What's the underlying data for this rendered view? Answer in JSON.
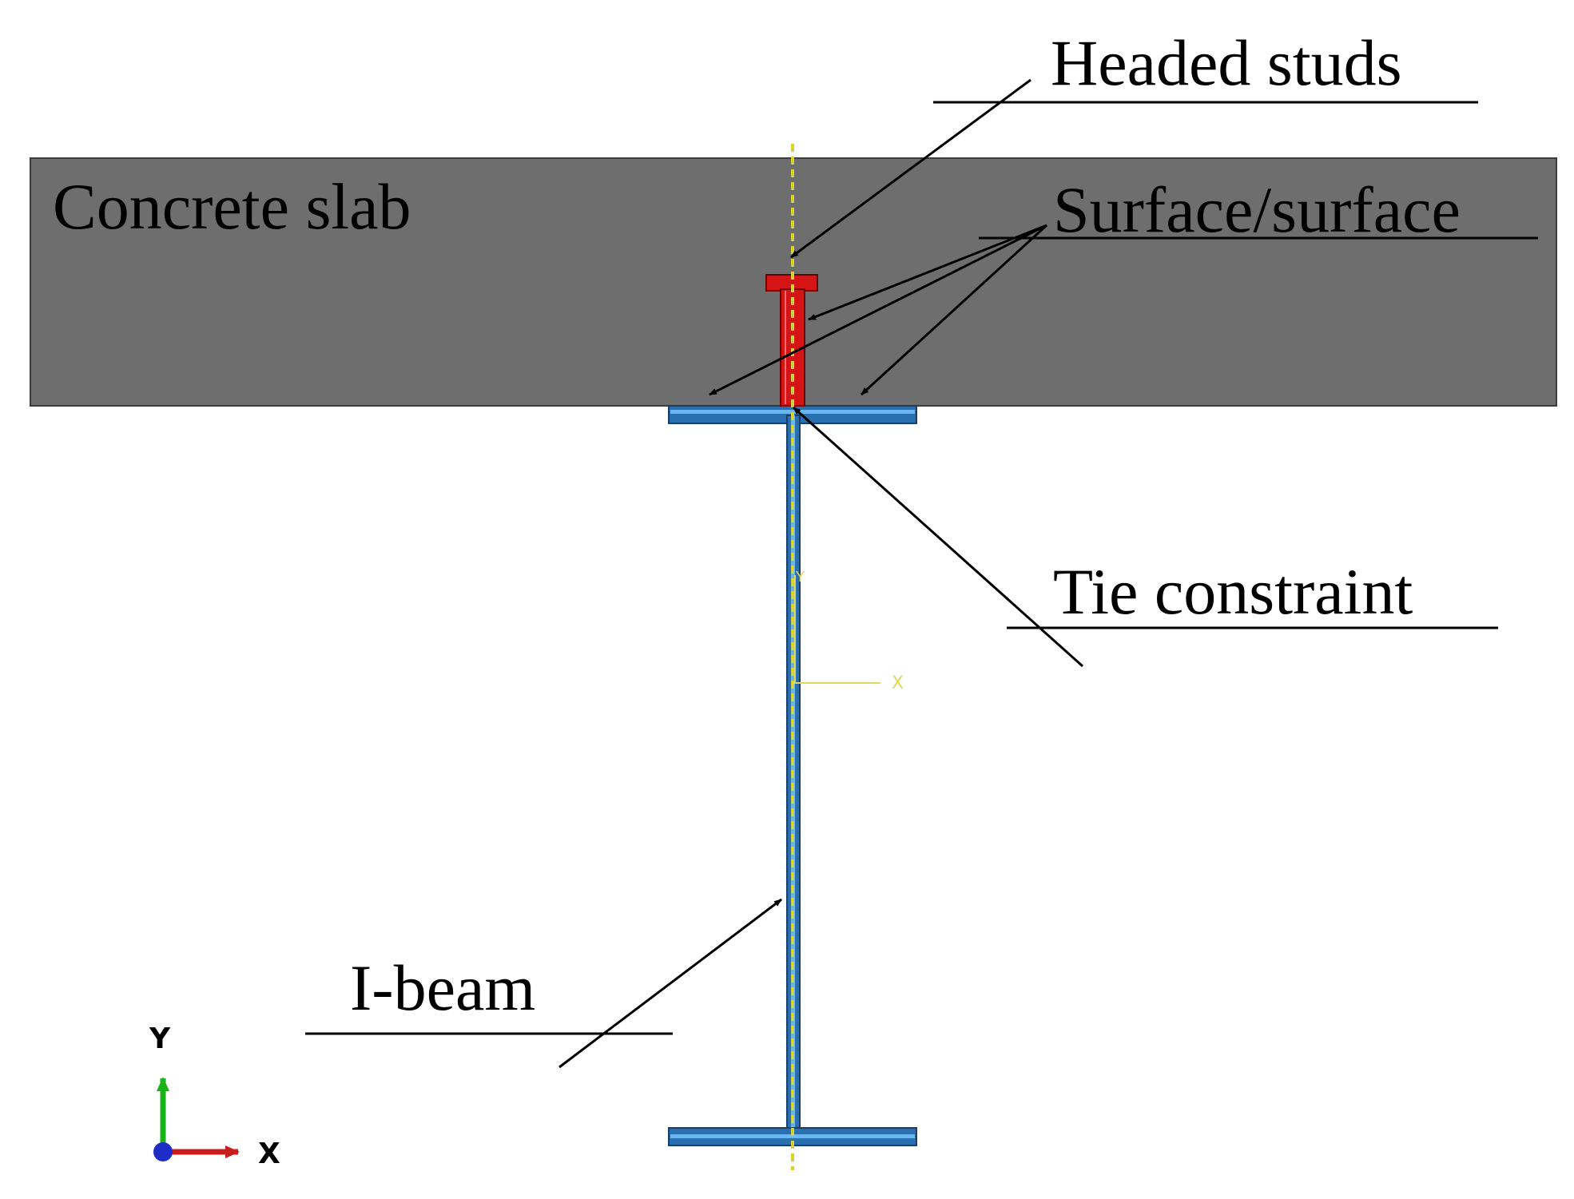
{
  "labels": {
    "headed_studs": "Headed studs",
    "concrete_slab": "Concrete slab",
    "surface_surface": "Surface/surface",
    "tie_constraint": "Tie constraint",
    "i_beam": "I-beam"
  },
  "triad": {
    "y_label": "Y",
    "x_label": "X",
    "y_color": "#19b319",
    "x_color": "#c81e1e",
    "z_color": "#1e2cc8"
  },
  "local_axes": {
    "y_label": "Y",
    "x_label": "X",
    "color": "#e0d85a"
  },
  "colors": {
    "slab": "#6e6e6e",
    "stud": "#d51515",
    "beam": "#3b8fd8",
    "axis_line": "#d8d23a"
  }
}
